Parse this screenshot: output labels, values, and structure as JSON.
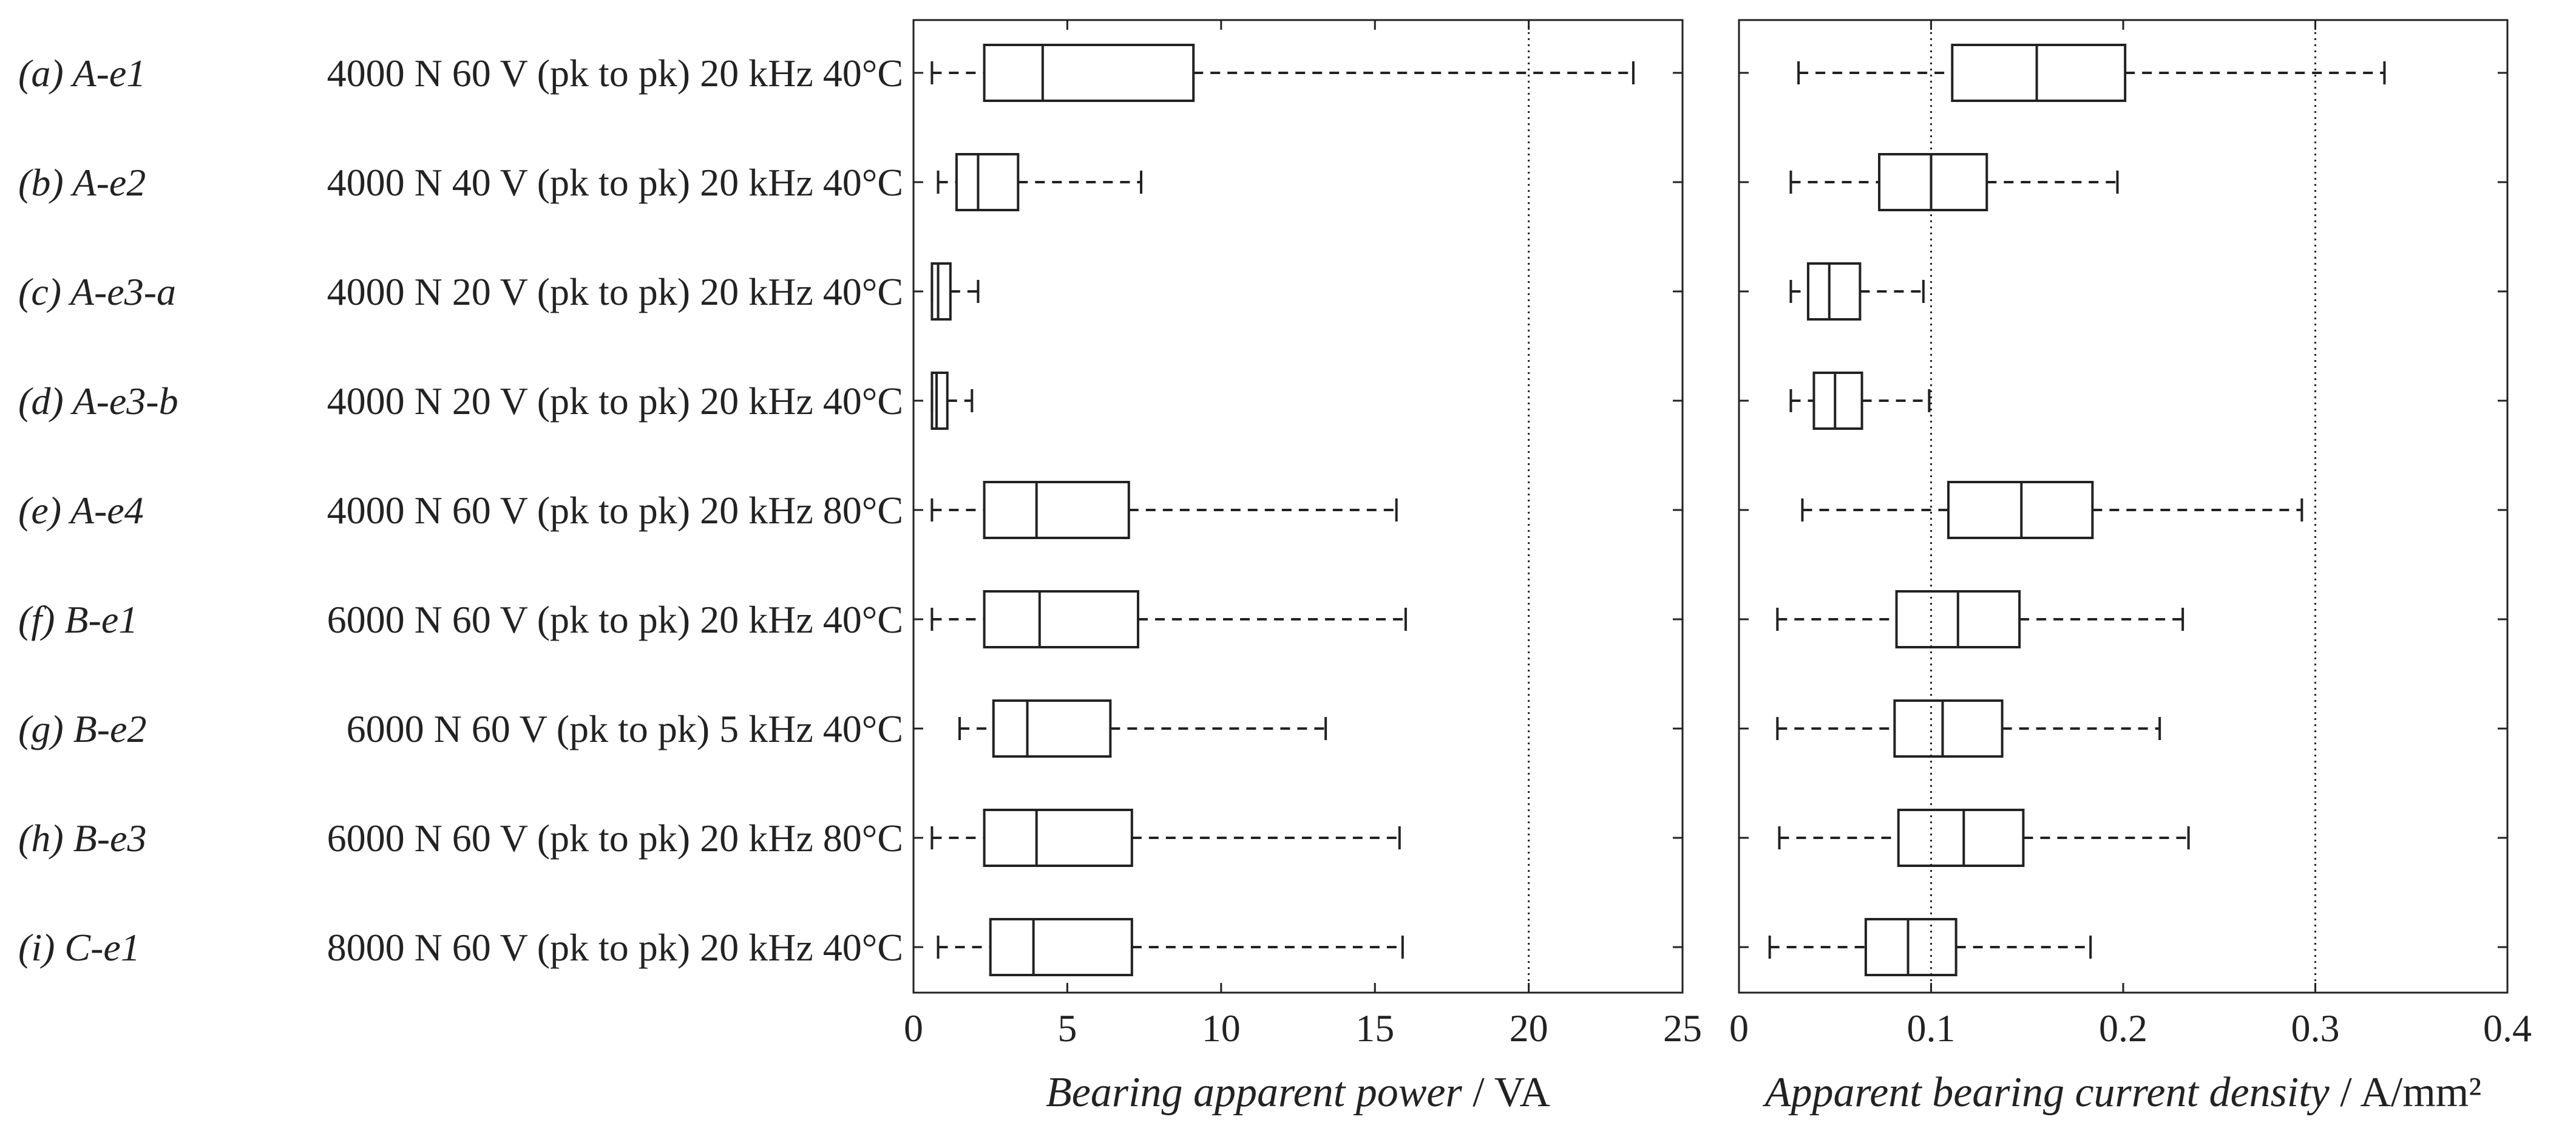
{
  "chart_data": [
    {
      "type": "boxplot",
      "orientation": "horizontal",
      "xlabel": {
        "italic": "Bearing apparent power",
        "unit": " / VA"
      },
      "xlim": [
        0,
        25
      ],
      "xticks": [
        0,
        5,
        10,
        15,
        20,
        25
      ],
      "reference_lines": [
        20
      ],
      "grid": false,
      "categories": [
        {
          "id": "(a) A-e1",
          "cond": "4000 N 60 V (pk to pk) 20 kHz 40°C"
        },
        {
          "id": "(b) A-e2",
          "cond": "4000 N 40 V (pk to pk) 20 kHz 40°C"
        },
        {
          "id": "(c) A-e3-a",
          "cond": "4000 N 20 V (pk to pk) 20 kHz 40°C"
        },
        {
          "id": "(d) A-e3-b",
          "cond": "4000 N 20 V (pk to pk) 20 kHz 40°C"
        },
        {
          "id": "(e) A-e4",
          "cond": "4000 N 60 V (pk to pk) 20 kHz 80°C"
        },
        {
          "id": "(f) B-e1",
          "cond": "6000 N 60 V (pk to pk) 20 kHz 40°C"
        },
        {
          "id": "(g) B-e2",
          "cond": "6000 N 60 V (pk to pk) 5 kHz 40°C"
        },
        {
          "id": "(h) B-e3",
          "cond": "6000 N 60 V (pk to pk) 20 kHz 80°C"
        },
        {
          "id": "(i) C-e1",
          "cond": "8000 N 60 V (pk to pk) 20 kHz 40°C"
        }
      ],
      "boxes": [
        {
          "min": 0.6,
          "q1": 2.3,
          "median": 4.2,
          "q3": 9.1,
          "max": 23.4
        },
        {
          "min": 0.8,
          "q1": 1.4,
          "median": 2.1,
          "q3": 3.4,
          "max": 7.4
        },
        {
          "min": 0.6,
          "q1": 0.6,
          "median": 0.8,
          "q3": 1.2,
          "max": 2.1
        },
        {
          "min": 0.6,
          "q1": 0.6,
          "median": 0.75,
          "q3": 1.1,
          "max": 1.9
        },
        {
          "min": 0.6,
          "q1": 2.3,
          "median": 4.0,
          "q3": 7.0,
          "max": 15.7
        },
        {
          "min": 0.6,
          "q1": 2.3,
          "median": 4.1,
          "q3": 7.3,
          "max": 16.0
        },
        {
          "min": 1.5,
          "q1": 2.6,
          "median": 3.7,
          "q3": 6.4,
          "max": 13.4
        },
        {
          "min": 0.6,
          "q1": 2.3,
          "median": 4.0,
          "q3": 7.1,
          "max": 15.8
        },
        {
          "min": 0.8,
          "q1": 2.5,
          "median": 3.9,
          "q3": 7.1,
          "max": 15.9
        }
      ]
    },
    {
      "type": "boxplot",
      "orientation": "horizontal",
      "xlabel": {
        "italic": "Apparent bearing current density",
        "unit": " / A/mm²"
      },
      "xlim": [
        0,
        0.4
      ],
      "xticks": [
        0,
        0.1,
        0.2,
        0.3,
        0.4
      ],
      "reference_lines": [
        0.1,
        0.3
      ],
      "grid": false,
      "boxes": [
        {
          "min": 0.031,
          "q1": 0.111,
          "median": 0.155,
          "q3": 0.201,
          "max": 0.336
        },
        {
          "min": 0.027,
          "q1": 0.073,
          "median": 0.1,
          "q3": 0.129,
          "max": 0.197
        },
        {
          "min": 0.027,
          "q1": 0.036,
          "median": 0.047,
          "q3": 0.063,
          "max": 0.096
        },
        {
          "min": 0.027,
          "q1": 0.039,
          "median": 0.05,
          "q3": 0.064,
          "max": 0.099
        },
        {
          "min": 0.033,
          "q1": 0.109,
          "median": 0.147,
          "q3": 0.184,
          "max": 0.293
        },
        {
          "min": 0.02,
          "q1": 0.082,
          "median": 0.114,
          "q3": 0.146,
          "max": 0.231
        },
        {
          "min": 0.02,
          "q1": 0.081,
          "median": 0.106,
          "q3": 0.137,
          "max": 0.219
        },
        {
          "min": 0.021,
          "q1": 0.083,
          "median": 0.117,
          "q3": 0.148,
          "max": 0.234
        },
        {
          "min": 0.016,
          "q1": 0.066,
          "median": 0.088,
          "q3": 0.113,
          "max": 0.183
        }
      ]
    }
  ]
}
